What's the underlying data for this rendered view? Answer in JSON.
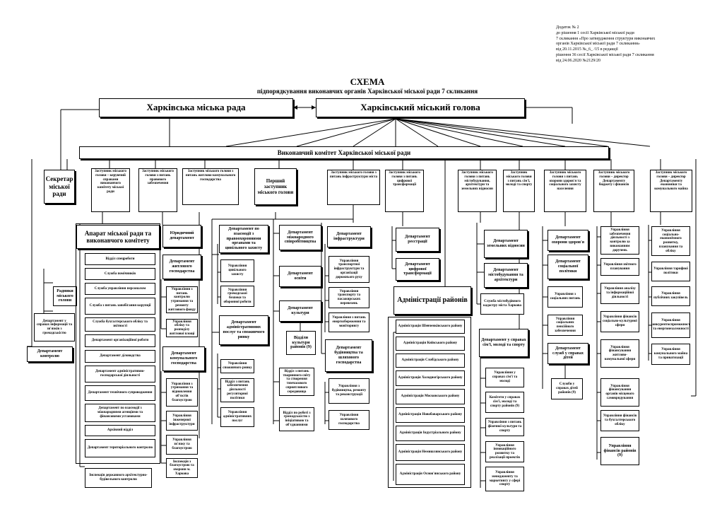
{
  "note_lines": [
    "Додаток № 2",
    "до рішення 1 сесії Харківської міської ради",
    "7 скликання «Про затвердження структури виконавчих",
    "органів Харківської міської ради 7 скликання»",
    "від 20.11.2015 №_6_ /15 в редакції",
    "рішення 36 сесії Харківської міської ради 7 скликання",
    "від 24.06.2020 №2129/20"
  ],
  "title": "СХЕМА",
  "subtitle": "підпорядкування виконавчих органів Харківської міської ради 7 скликання",
  "council": "Харківська міська рада",
  "mayor": "Харківський міський голова",
  "executive": "Виконавчий комітет Харківської міської ради",
  "secretary": "Секретар міської ради",
  "secretary_units": [
    "Радники міського голови",
    "Департамент у справах інформації та зв'язків з громадськістю",
    "Департамент контролю"
  ],
  "col_headers": [
    "Заступник міського голови – керуючий справами виконавчого комітету міської ради",
    "Заступник міського голови з питань правового забезпечення",
    "Заступник міського голови з питань житлово-комунального господарства",
    "Перший заступник міського голови",
    "Заступник міського голови з питань інфраструктури міста",
    "Заступник міського голови з питань цифрової трансформації",
    "Заступник міського голови з питань містобудування, архітектури та земельних відносин",
    "Заступник міського голови з питань сім'ї, молоді та спорту",
    "Заступник міського голови з питань охорони здоров'я та соціального захисту населення",
    "Заступник міського голови – директор Департаменту бюджету і фінансів",
    "Заступник міського голови – директор Департаменту економіки та комунального майна"
  ],
  "apparat_title": "Апарат міської ради та виконавчого комітету",
  "apparat_items": [
    "Відділ спецроботи",
    "Служба помічників",
    "Служба управління персоналом",
    "Служба з питань запобігання корупції",
    "Служба бухгалтерського обліку та звітності",
    "Департамент організаційної роботи",
    "Департамент діловодства",
    "Департамент адміністративно-господарської діяльності",
    "Департамент технічного супроводження",
    "Департамент по взаємодії з міжнародними агенціями та фінансовими установами",
    "Архівний відділ",
    "Департамент територіального контролю"
  ],
  "apparat_extra": "Інспекція державного архітектурно-будівельного контролю",
  "legal": "Юридичний департамент",
  "housing_dept": "Департамент житлового господарства",
  "housing_units": [
    "Управління з питань контролю утримання та ремонту житлового фонду",
    "Управління обліку та розподілу житлової площі"
  ],
  "communal_dept": "Департамент комунального господарства",
  "communal_units": [
    "Управління з утримання та відновлення об'єктів благоустрою",
    "Управління інженерної інфраструктури",
    "Управління зв'язку та благоустрою"
  ],
  "communal_extra": "Інспекція з благоустрою та охорони м. Харкова",
  "first_left": [
    "Департамент по взаємодії з правоохоронними органами та цивільного захисту",
    "Управління цивільного захисту",
    "Управління громадської безпеки та оборонної роботи",
    "Департамент адміністративних послуг та споживчого ринку",
    "Управління споживчого ринку",
    "Відділ з питань забезпечення діяльності регуляторної політики",
    "Управління адміністративних послуг"
  ],
  "first_mid": [
    "Департамент міжнародного співробітництва",
    "Департамент освіти",
    "Департамент культури",
    "Відділи культури районів (9)",
    "Відділ з питань тваринного світу та створення тимчасового сприятливого середовища",
    "Відділ по роботі з громадськістю з ініціативою та об'єднаннями"
  ],
  "infra": [
    "Департамент інфраструктури",
    "Управління транспортної інфраструктури та організації дорожнього руху",
    "Управління транспорту та пасажирських перевезень",
    "Управління з питань енергозбереження та моніторингу",
    "Департамент будівництва та шляхового господарства",
    "Управління з будівництва, ремонту та реконструкції",
    "Управління шляхового господарства"
  ],
  "digital": [
    "Департамент реєстрації",
    "Департамент цифрової трансформації"
  ],
  "districts_title": "Адміністрації районів",
  "districts": [
    "Адміністрація Шевченківського району",
    "Адміністрація Київського району",
    "Адміністрація Слобідського району",
    "Адміністрація Холодногірського району",
    "Адміністрація Московського району",
    "Адміністрація Новобаварського району",
    "Адміністрація Індустріального району",
    "Адміністрація Немишлянського району",
    "Адміністрація Основ'янського району"
  ],
  "arch": [
    "Департамент земельних відносин",
    "Департамент містобудування та архітектури",
    "Служба містобудівного кадастру міста Харкова"
  ],
  "family": [
    "Департамент у справах сім'ї, молоді та спорту",
    "Управління у справах сім'ї та молоді",
    "Комітети у справах сім'ї, молоді та спорту районів (9)",
    "Управління з питань фізичної культури та спорту",
    "Управління інноваційного розвитку та реалізації проектів",
    "Управління менеджменту та маркетингу у сфері спорту"
  ],
  "health": [
    "Департамент охорони здоров'я",
    "Департамент соціальної політики",
    "Управління з соціальних питань",
    "Управління соціальних пенсійного забезпечення",
    "Департамент служб у справах дітей",
    "Служби у справах дітей районів (9)"
  ],
  "budget": [
    "Управління забезпечення діяльності з контролю за виконанням доручень",
    "Управління звітного планування",
    "Управління аналізу та інформаційної діяльності",
    "Управління фінансів соціально-культурної сфери",
    "Управління фінансування житлово-комунальної сфери",
    "Управління фінансування органів місцевого самоврядування",
    "Управління фінансів та бухгалтерського обліку",
    "Управління фінансів районів (9)"
  ],
  "economy": [
    "Управління соціально-економічного розвитку, планування та обліку",
    "Управління тарифної політики",
    "Управління публічних закупівель",
    "Управління конкурентоспроможності та енергонезалежності",
    "Управління комунального майна та приватизації"
  ]
}
